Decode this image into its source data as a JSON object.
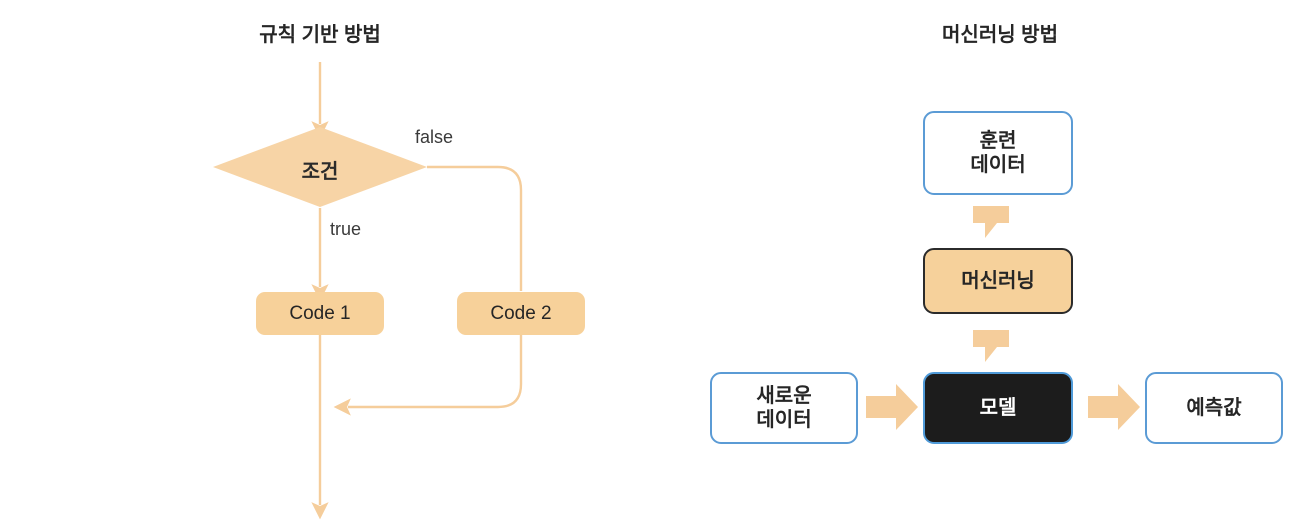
{
  "page": {
    "background": "#ffffff",
    "accent_tan": "#f5cd9b",
    "accent_blue": "#5b9bd5",
    "node_black": "#1c1c1c"
  },
  "left_panel": {
    "title": "규칙 기반 방법",
    "decision": {
      "label": "조건",
      "shape": "diamond",
      "fill": "#f7d4a6"
    },
    "branch_labels": {
      "true": "true",
      "false": "false"
    },
    "boxes": [
      {
        "id": "code1",
        "label": "Code 1"
      },
      {
        "id": "code2",
        "label": "Code 2"
      }
    ]
  },
  "right_panel": {
    "title": "머신러닝 방법",
    "boxes": [
      {
        "id": "training-data",
        "label": "훈련\n데이터",
        "line1": "훈련",
        "line2": "데이터",
        "style": "white-blue-border"
      },
      {
        "id": "machine-learning",
        "label": "머신러닝",
        "line1": "머신러닝",
        "line2": "",
        "style": "tan-dark-border"
      },
      {
        "id": "new-data",
        "label": "새로운\n데이터",
        "line1": "새로운",
        "line2": "데이터",
        "style": "white-blue-border"
      },
      {
        "id": "model",
        "label": "모델",
        "line1": "모델",
        "line2": "",
        "style": "black-blue-border"
      },
      {
        "id": "prediction",
        "label": "예측값",
        "line1": "예측값",
        "line2": "",
        "style": "white-blue-border"
      }
    ]
  }
}
